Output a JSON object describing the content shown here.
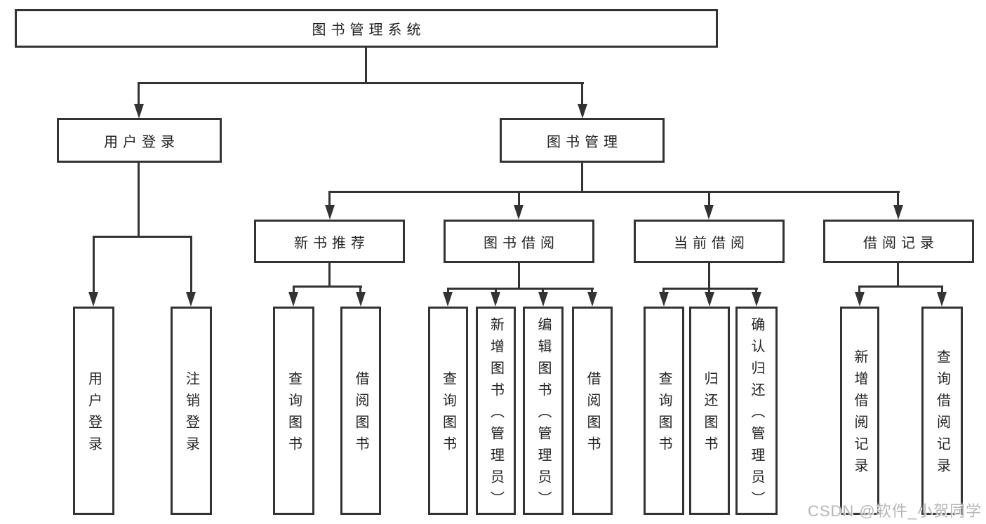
{
  "diagram": {
    "root": {
      "label": "图书管理系统"
    },
    "level2": {
      "user_login": {
        "label": "用户登录"
      },
      "book_management": {
        "label": "图书管理"
      }
    },
    "level3": {
      "new_book_recommend": {
        "label": "新书推荐"
      },
      "book_borrow": {
        "label": "图书借阅"
      },
      "current_borrow": {
        "label": "当前借阅"
      },
      "borrow_record": {
        "label": "借阅记录"
      }
    },
    "leaves": {
      "user_login": [
        "用户登录",
        "注销登录"
      ],
      "new_book_recommend": [
        "查询图书",
        "借阅图书"
      ],
      "book_borrow": [
        "查询图书",
        "新增图书（管理员）",
        "编辑图书（管理员）",
        "借阅图书"
      ],
      "current_borrow": [
        "查询图书",
        "归还图书",
        "确认归还（管理员）"
      ],
      "borrow_record": [
        "新增借阅记录",
        "查询借阅记录"
      ]
    },
    "watermark": "CSDN @软件_小贺同学",
    "colors": {
      "line": "#333333",
      "text": "#222222",
      "background": "#ffffff",
      "watermark": "#b6b6b6"
    }
  }
}
